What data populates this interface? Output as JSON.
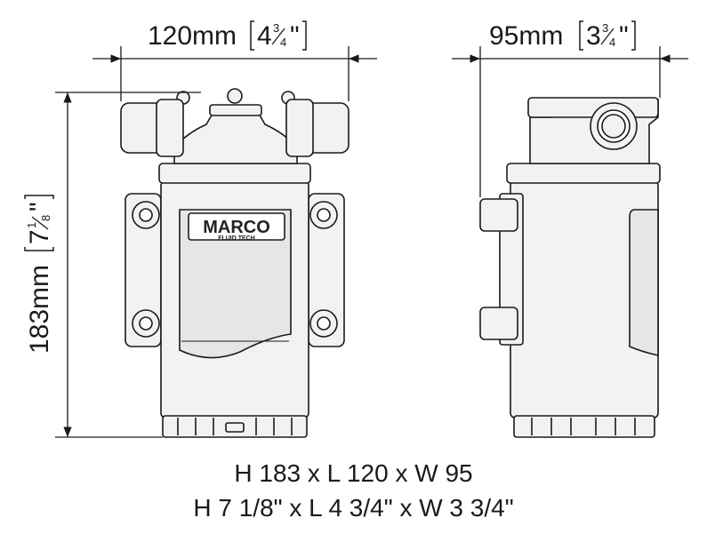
{
  "dimensions": {
    "front_width": {
      "metric": "120mm",
      "imperial_whole": "4",
      "imperial_num": "3",
      "imperial_den": "4",
      "inch_mark": "\""
    },
    "side_width": {
      "metric": "95mm",
      "imperial_whole": "3",
      "imperial_num": "3",
      "imperial_den": "4",
      "inch_mark": "\""
    },
    "height": {
      "metric": "183mm",
      "imperial_whole": "7",
      "imperial_num": "1",
      "imperial_den": "8",
      "inch_mark": "\""
    }
  },
  "product": {
    "brand_name": "MARCO",
    "brand_tagline": "FLUID TECH"
  },
  "caption": {
    "line_metric": "H 183 x L 120 x W 95",
    "line_imperial": "H 7 1/8\" x L 4 3/4\" x W 3 3/4\""
  },
  "colors": {
    "line": "#1a1a1a",
    "body_fill": "#f2f2f2",
    "label_fill": "#e6e6e6"
  }
}
